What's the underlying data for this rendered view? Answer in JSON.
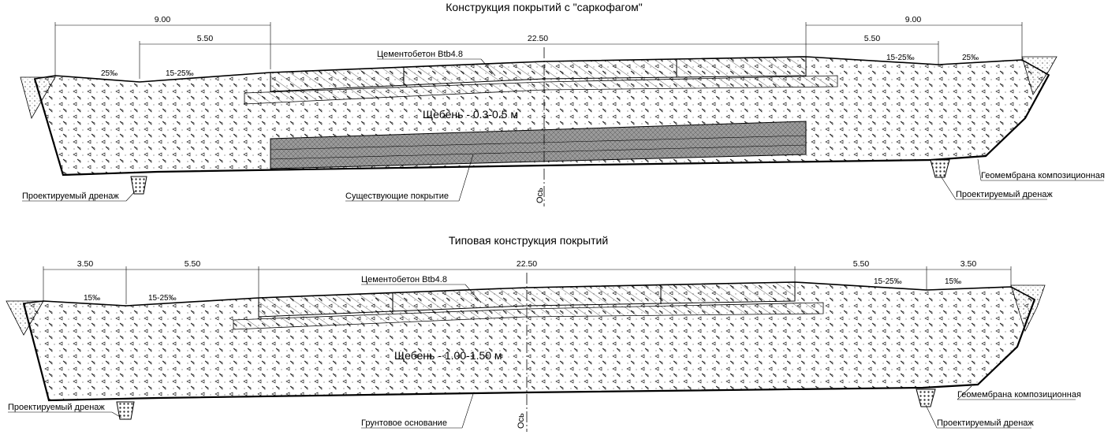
{
  "sections": [
    {
      "title": "Конструкция покрытий с \"саркофагом\"",
      "dims_top_outer": [
        "9.00",
        "9.00"
      ],
      "dims_inner": [
        "5.50",
        "22.50",
        "5.50"
      ],
      "slopes": [
        "25‰",
        "15-25‰",
        "15-25‰",
        "25‰"
      ],
      "concrete_label": "Цементобетон Btb4.8",
      "gravel_label": "Щебень - 0.3-0.5 м",
      "existing_label": "Существующие покрытие",
      "axis_label": "Ось",
      "drain_left": "Проектируемый дренаж",
      "drain_right": "Проектируемый дренаж",
      "membrane": "Геомембрана композиционная"
    },
    {
      "title": "Типовая конструкция покрытий",
      "dims": [
        "3.50",
        "5.50",
        "22.50",
        "5.50",
        "3.50"
      ],
      "slopes": [
        "15‰",
        "15-25‰",
        "15-25‰",
        "15‰"
      ],
      "concrete_label": "Цементобетон Btb4.8",
      "gravel_label": "Щебень - 1.00-1.50 м",
      "soil_label": "Грунтовое основание",
      "axis_label": "Ось",
      "drain_left": "Проектируемый дренаж",
      "drain_right": "Проектируемый дренаж",
      "membrane": "Геомембрана композиционная"
    }
  ],
  "colors": {
    "line": "#000000",
    "existing_fill": "#9a9a9a",
    "background": "#ffffff"
  }
}
